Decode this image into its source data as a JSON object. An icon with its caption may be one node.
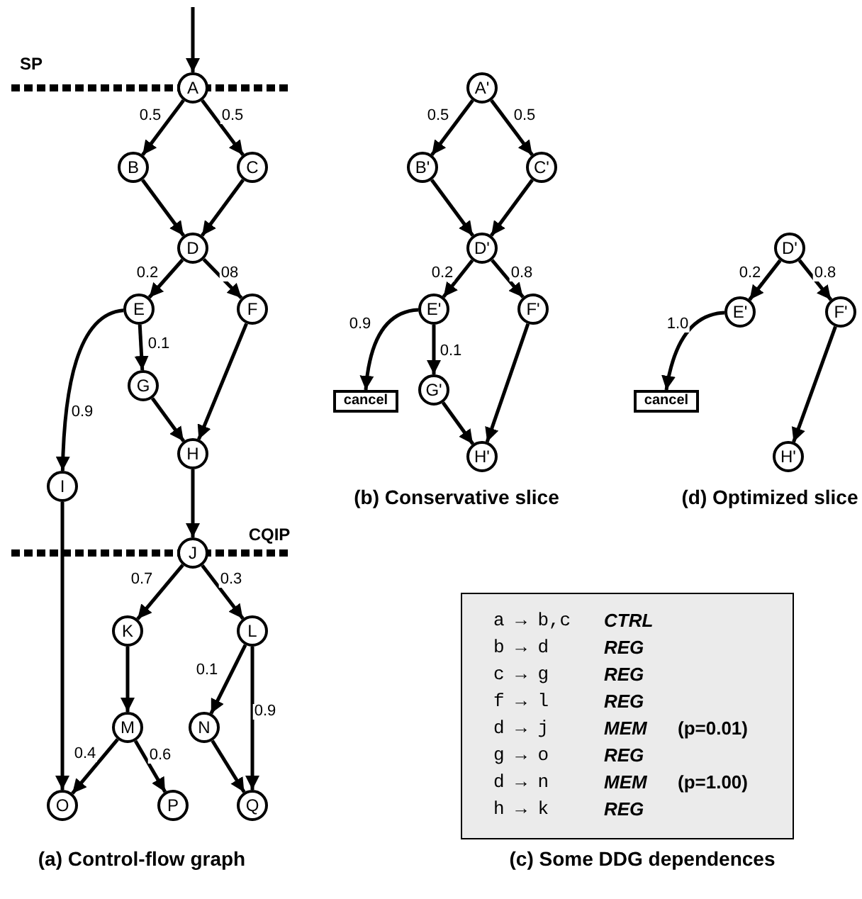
{
  "diagram": {
    "nodes": [
      {
        "text": [
          "A"
        ]
      },
      {
        "text": [
          "B"
        ]
      },
      {
        "text": [
          "C"
        ]
      },
      {
        "text": [
          "D"
        ]
      },
      {
        "text": [
          "E"
        ]
      },
      {
        "text": [
          "F"
        ]
      },
      {
        "text": [
          "G"
        ]
      },
      {
        "text": [
          "H"
        ]
      },
      {
        "text": [
          "I"
        ]
      },
      {
        "text": [
          "J"
        ]
      },
      {
        "text": [
          "K"
        ]
      },
      {
        "text": [
          "L"
        ]
      },
      {
        "text": [
          "M"
        ]
      },
      {
        "text": [
          "N"
        ]
      },
      {
        "text": [
          "O"
        ]
      },
      {
        "text": [
          "P"
        ]
      },
      {
        "text": [
          "Q"
        ]
      },
      {
        "text": [
          "A'"
        ]
      },
      {
        "text": [
          "B'"
        ]
      },
      {
        "text": [
          "C'"
        ]
      },
      {
        "text": [
          "D'"
        ]
      },
      {
        "text": [
          "E'"
        ]
      },
      {
        "text": [
          "F'"
        ]
      },
      {
        "text": [
          "G'"
        ]
      },
      {
        "text": [
          "H'"
        ]
      },
      {
        "text": [
          "cancel"
        ]
      },
      {
        "text": [
          "D'"
        ]
      },
      {
        "text": [
          "E'"
        ]
      },
      {
        "text": [
          "F'"
        ]
      },
      {
        "text": [
          "H'"
        ]
      },
      {
        "text": [
          "cancel"
        ]
      }
    ],
    "edges": [
      {
        "from": null,
        "to": 0,
        "arrow": "to"
      },
      {
        "from": 0,
        "to": 1,
        "arrow": "to",
        "label": "0.5"
      },
      {
        "from": 0,
        "to": 2,
        "arrow": "to",
        "label": "0.5"
      },
      {
        "from": 1,
        "to": 3,
        "arrow": "to"
      },
      {
        "from": 2,
        "to": 3,
        "arrow": "to"
      },
      {
        "from": 3,
        "to": 4,
        "arrow": "to",
        "label": "0.2"
      },
      {
        "from": 3,
        "to": 5,
        "arrow": "to",
        "label": "08"
      },
      {
        "from": 4,
        "to": 6,
        "arrow": "to",
        "label": "0.1"
      },
      {
        "from": 4,
        "to": 8,
        "arrow": "to",
        "label": "0.9"
      },
      {
        "from": 6,
        "to": 7,
        "arrow": "to"
      },
      {
        "from": 5,
        "to": 7,
        "arrow": "to"
      },
      {
        "from": 7,
        "to": 9,
        "arrow": "to"
      },
      {
        "from": 8,
        "to": 14,
        "arrow": "to"
      },
      {
        "from": 9,
        "to": 10,
        "arrow": "to",
        "label": "0.7"
      },
      {
        "from": 9,
        "to": 11,
        "arrow": "to",
        "label": "0.3"
      },
      {
        "from": 10,
        "to": 12,
        "arrow": "to"
      },
      {
        "from": 11,
        "to": 13,
        "arrow": "to",
        "label": "0.1"
      },
      {
        "from": 11,
        "to": 16,
        "arrow": "to",
        "label": "0.9"
      },
      {
        "from": 12,
        "to": 14,
        "arrow": "to",
        "label": "0.4"
      },
      {
        "from": 12,
        "to": 15,
        "arrow": "to",
        "label": "0.6"
      },
      {
        "from": 13,
        "to": 16,
        "arrow": "to"
      },
      {
        "from": 17,
        "to": 18,
        "arrow": "to",
        "label": "0.5"
      },
      {
        "from": 17,
        "to": 19,
        "arrow": "to",
        "label": "0.5"
      },
      {
        "from": 18,
        "to": 20,
        "arrow": "to"
      },
      {
        "from": 19,
        "to": 20,
        "arrow": "to"
      },
      {
        "from": 20,
        "to": 21,
        "arrow": "to",
        "label": "0.2"
      },
      {
        "from": 20,
        "to": 22,
        "arrow": "to",
        "label": "0.8"
      },
      {
        "from": 21,
        "to": 25,
        "arrow": "to",
        "label": "0.9"
      },
      {
        "from": 21,
        "to": 23,
        "arrow": "to",
        "label": "0.1"
      },
      {
        "from": 23,
        "to": 24,
        "arrow": "to"
      },
      {
        "from": 22,
        "to": 24,
        "arrow": "to"
      },
      {
        "from": 26,
        "to": 27,
        "arrow": "to",
        "label": "0.2"
      },
      {
        "from": 26,
        "to": 28,
        "arrow": "to",
        "label": "0.8"
      },
      {
        "from": 27,
        "to": 30,
        "arrow": "to",
        "label": "1.0"
      },
      {
        "from": 28,
        "to": 29,
        "arrow": "to"
      }
    ],
    "labels": [
      "SP",
      "CQIP",
      "(b) Conservative slice",
      "(d) Optimized slice",
      "a → b,c",
      "CTRL",
      "b → d",
      "REG",
      "c → g",
      "REG",
      "f → l",
      "REG",
      "d → j",
      "MEM",
      "(p=0.01)",
      "g → o",
      "REG",
      "d → n",
      "MEM",
      "(p=1.00)",
      "h → k",
      "REG",
      "(a) Control-flow graph",
      "(c) Some DDG dependences"
    ]
  }
}
